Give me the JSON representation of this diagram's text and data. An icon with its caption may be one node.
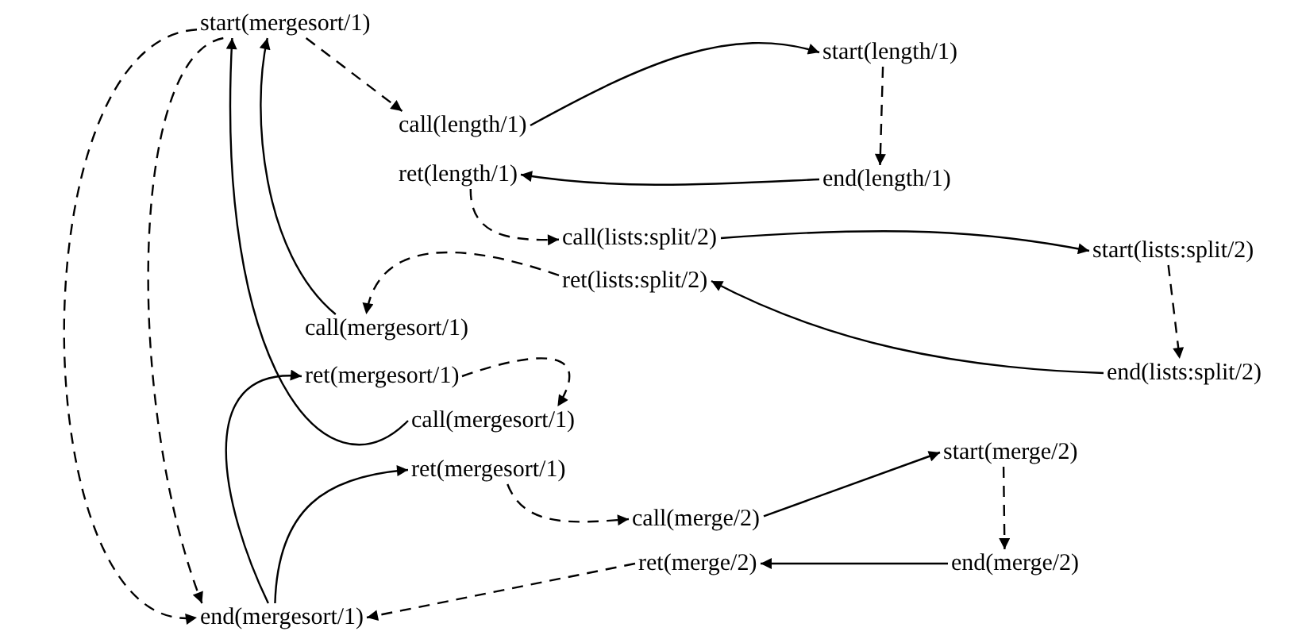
{
  "diagram": {
    "nodes": [
      {
        "text": [
          "start(mergesort/1)"
        ]
      },
      {
        "text": [
          "call(length/1)"
        ]
      },
      {
        "text": [
          "ret(length/1)"
        ]
      },
      {
        "text": [
          "start(length/1)"
        ]
      },
      {
        "text": [
          "end(length/1)"
        ]
      },
      {
        "text": [
          "call(lists:split/2)"
        ]
      },
      {
        "text": [
          "ret(lists:split/2)"
        ]
      },
      {
        "text": [
          "start(lists:split/2)"
        ]
      },
      {
        "text": [
          "end(lists:split/2)"
        ]
      },
      {
        "text": [
          "call(mergesort/1)"
        ]
      },
      {
        "text": [
          "ret(mergesort/1)"
        ]
      },
      {
        "text": [
          "call(mergesort/1)"
        ]
      },
      {
        "text": [
          "ret(mergesort/1)"
        ]
      },
      {
        "text": [
          "call(merge/2)"
        ]
      },
      {
        "text": [
          "ret(merge/2)"
        ]
      },
      {
        "text": [
          "start(merge/2)"
        ]
      },
      {
        "text": [
          "end(merge/2)"
        ]
      },
      {
        "text": [
          "end(mergesort/1)"
        ]
      }
    ],
    "edges": [
      {
        "from": 0,
        "to": 1,
        "arrow": "to",
        "style": "dashed"
      },
      {
        "from": 1,
        "to": 3,
        "arrow": "to"
      },
      {
        "from": 3,
        "to": 4,
        "arrow": "to",
        "style": "dashed"
      },
      {
        "from": 4,
        "to": 2,
        "arrow": "to"
      },
      {
        "from": 2,
        "to": 5,
        "arrow": "to",
        "style": "dashed"
      },
      {
        "from": 5,
        "to": 7,
        "arrow": "to"
      },
      {
        "from": 7,
        "to": 8,
        "arrow": "to",
        "style": "dashed"
      },
      {
        "from": 8,
        "to": 6,
        "arrow": "to"
      },
      {
        "from": 6,
        "to": 9,
        "arrow": "to",
        "style": "dashed"
      },
      {
        "from": 9,
        "to": 0,
        "arrow": "to"
      },
      {
        "from": 0,
        "to": 17,
        "arrow": "to",
        "style": "dashed"
      },
      {
        "from": 0,
        "to": 17,
        "arrow": "to",
        "style": "dashed"
      },
      {
        "from": 10,
        "to": 11,
        "arrow": "to",
        "style": "dashed"
      },
      {
        "from": 11,
        "to": 0,
        "arrow": "to"
      },
      {
        "from": 17,
        "to": 10,
        "arrow": "to"
      },
      {
        "from": 17,
        "to": 12,
        "arrow": "to"
      },
      {
        "from": 12,
        "to": 13,
        "arrow": "to",
        "style": "dashed"
      },
      {
        "from": 13,
        "to": 15,
        "arrow": "to"
      },
      {
        "from": 15,
        "to": 16,
        "arrow": "to",
        "style": "dashed"
      },
      {
        "from": 16,
        "to": 14,
        "arrow": "to"
      },
      {
        "from": 14,
        "to": 17,
        "arrow": "to",
        "style": "dashed"
      }
    ]
  }
}
